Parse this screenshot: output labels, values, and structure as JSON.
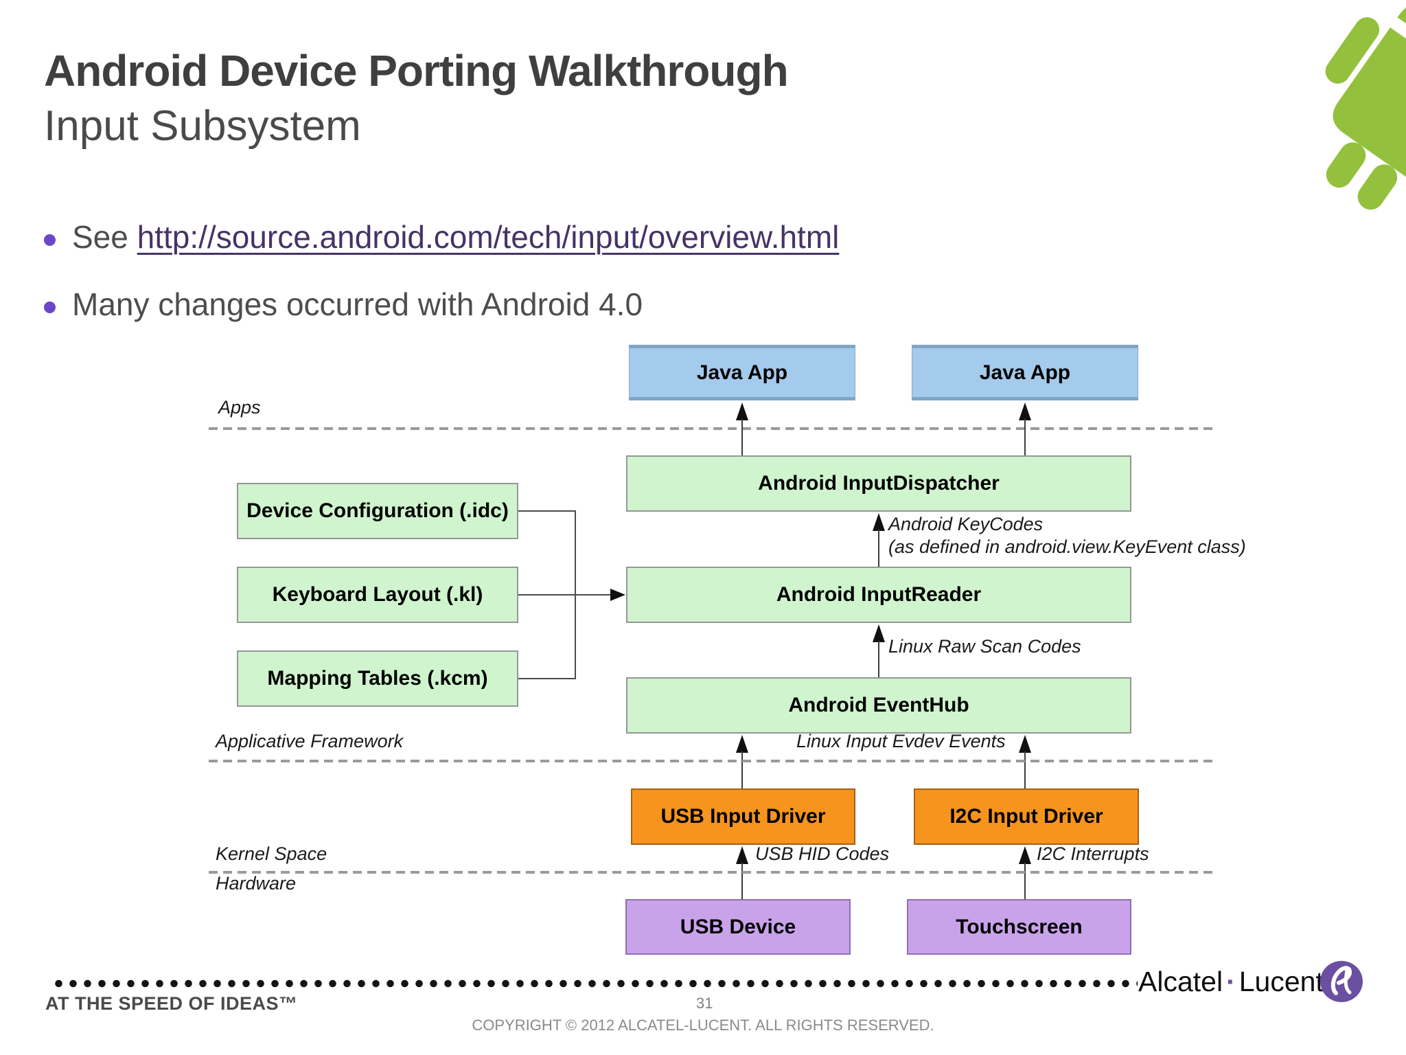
{
  "header": {
    "title_bold": "Android Device Porting Walkthrough",
    "title_sub": "Input Subsystem"
  },
  "bullets": {
    "see_prefix": "See ",
    "see_link": "http://source.android.com/tech/input/overview.html",
    "second": "Many changes occurred with Android 4.0"
  },
  "diagram": {
    "boxes": {
      "java_app_left": "Java App",
      "java_app_right": "Java App",
      "input_dispatcher": "Android InputDispatcher",
      "input_reader": "Android InputReader",
      "event_hub": "Android EventHub",
      "device_config": "Device Configuration (.idc)",
      "keyboard_layout": "Keyboard Layout (.kl)",
      "mapping_tables": "Mapping Tables (.kcm)",
      "usb_driver": "USB Input Driver",
      "i2c_driver": "I2C Input Driver",
      "usb_device": "USB Device",
      "touchscreen": "Touchscreen"
    },
    "layer_labels": {
      "apps": "Apps",
      "applicative_framework": "Applicative Framework",
      "kernel_space": "Kernel Space",
      "hardware": "Hardware"
    },
    "edge_labels": {
      "keycodes_1": "Android KeyCodes",
      "keycodes_2": "(as defined in android.view.KeyEvent class)",
      "raw_scan": "Linux Raw Scan Codes",
      "evdev": "Linux Input Evdev Events",
      "usb_hid": "USB HID Codes",
      "i2c_interrupts": "I2C Interrupts"
    }
  },
  "footer": {
    "tagline": "AT THE SPEED OF IDEAS™",
    "page_number": "31",
    "copyright": "COPYRIGHT © 2012 ALCATEL-LUCENT.  ALL RIGHTS RESERVED.",
    "brand_alcatel": "Alcatel",
    "brand_separator": "·",
    "brand_lucent": "Lucent"
  },
  "colors": {
    "android_green": "#94C13D",
    "box_blue": "#A4CAEC",
    "box_green": "#D0F4CE",
    "box_orange": "#F7941D",
    "box_purple": "#C9A3EA",
    "bullet_purple": "#6B46C8",
    "link_purple": "#463366",
    "brand_purple": "#6B4FA0",
    "title_gray": "#3F3F3F"
  }
}
